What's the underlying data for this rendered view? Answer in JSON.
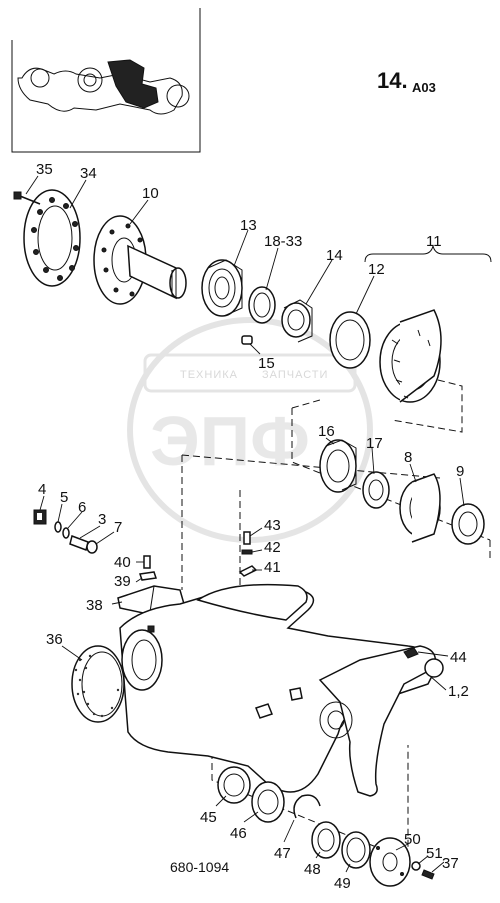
{
  "page_number": "14.",
  "page_suffix": "A03",
  "drawing_code": "680-1094",
  "watermark": {
    "line1": "ТЕХНИКА",
    "line2": "ЗАПЧАСТИ",
    "big": "ЭПФ"
  },
  "callouts": [
    "35",
    "34",
    "10",
    "13",
    "18-33",
    "14",
    "11",
    "12",
    "15",
    "16",
    "17",
    "8",
    "9",
    "4",
    "5",
    "6",
    "3",
    "7",
    "43",
    "42",
    "41",
    "40",
    "39",
    "38",
    "36",
    "44",
    "1,2",
    "45",
    "46",
    "47",
    "48",
    "49",
    "50",
    "51",
    "37"
  ]
}
